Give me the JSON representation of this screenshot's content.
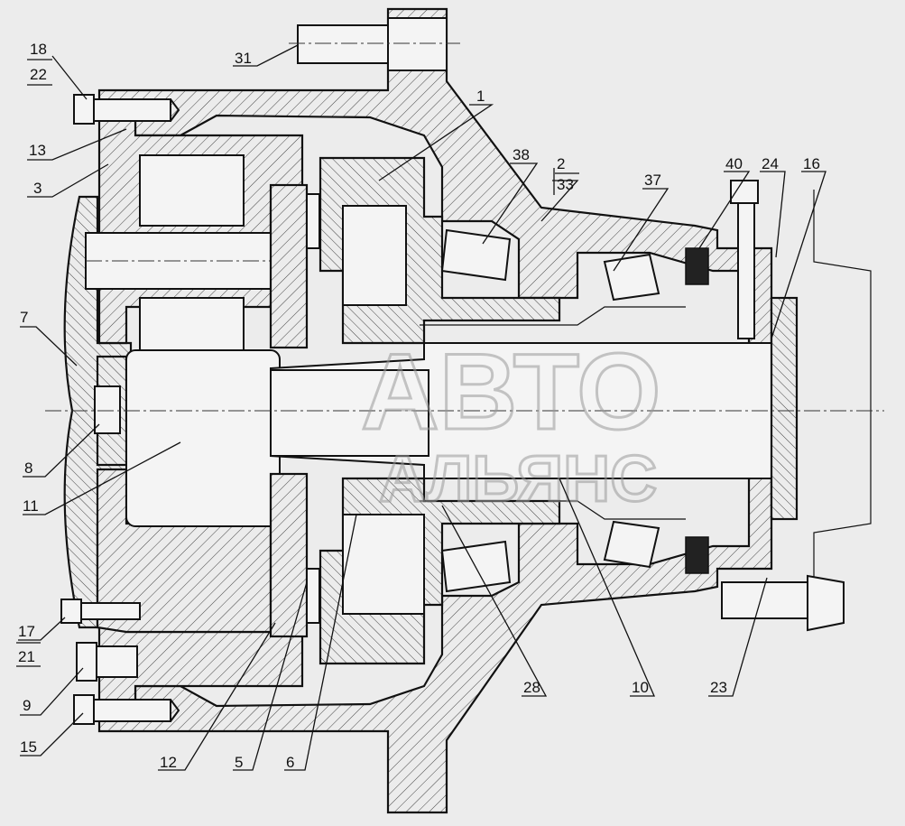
{
  "callouts": {
    "c18": "18",
    "c22": "22",
    "c13": "13",
    "c3": "3",
    "c7": "7",
    "c8": "8",
    "c11": "11",
    "c17": "17",
    "c21": "21",
    "c9": "9",
    "c15": "15",
    "c12": "12",
    "c5": "5",
    "c6": "6",
    "c28": "28",
    "c10": "10",
    "c23": "23",
    "c31": "31",
    "c1": "1",
    "c38": "38",
    "c2": "2",
    "c33": "33",
    "c37": "37",
    "c40": "40",
    "c24": "24",
    "c16": "16"
  },
  "watermark": {
    "line1": "АВТО",
    "line2": "АЛЬЯНС"
  },
  "colors": {
    "background": "#ececec",
    "ink": "#111111"
  }
}
